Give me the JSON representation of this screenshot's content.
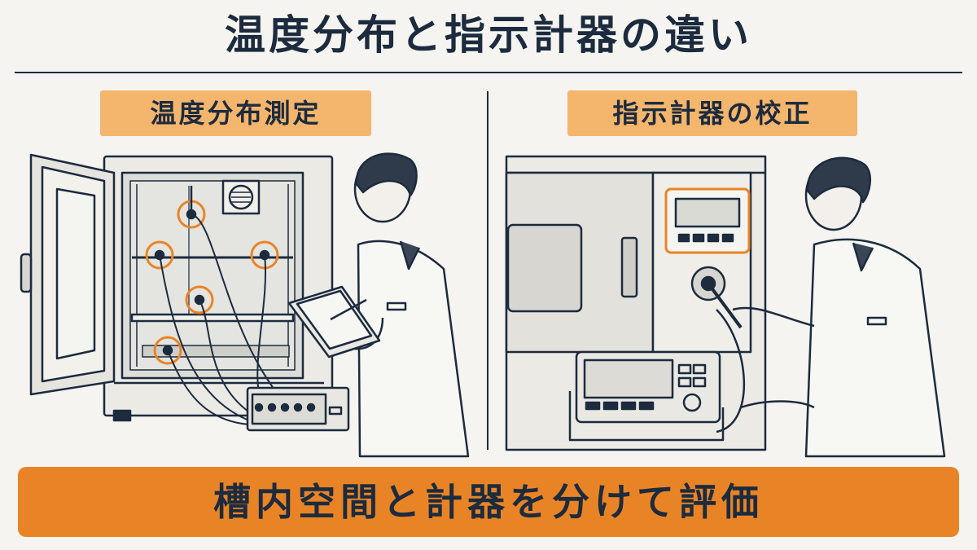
{
  "title": "温度分布と指示計器の違い",
  "left_panel": {
    "label": "温度分布測定"
  },
  "right_panel": {
    "label": "指示計器の校正"
  },
  "banner": {
    "text": "槽内空間と計器を分けて評価"
  },
  "colors": {
    "background": "#f5f4f0",
    "navy": "#1c2b3e",
    "label_orange": "#f4b56c",
    "banner_orange": "#e98426",
    "sensor_ring": "#e98426"
  },
  "icons": [
    "incubator-chamber",
    "temperature-sensor-icon",
    "data-logger",
    "technician-with-clipboard",
    "test-chamber",
    "control-display-panel",
    "reference-thermometer",
    "technician-with-probe"
  ]
}
